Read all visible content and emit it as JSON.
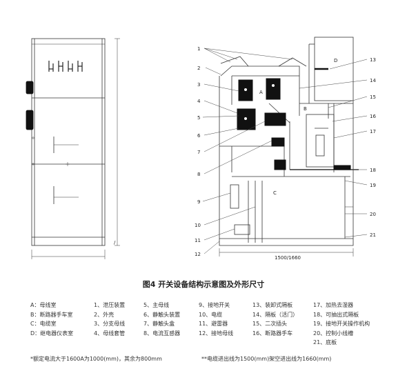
{
  "caption": "图4 开关设备结构示意图及外形尺寸",
  "callouts": [
    "1",
    "2",
    "3",
    "4",
    "5",
    "6",
    "7",
    "8",
    "9",
    "10",
    "11",
    "12",
    "13",
    "14",
    "15",
    "16",
    "17",
    "18",
    "19",
    "20",
    "21"
  ],
  "region_labels": {
    "A": "A",
    "B": "B",
    "C": "C",
    "D": "D"
  },
  "dimensions": {
    "width": "1500/1660",
    "front_height_marker": "/"
  },
  "legend": {
    "col1": [
      "A：母线室",
      "B：断路器手车室",
      "C：电缆室",
      "D：继电器仪表室"
    ],
    "col2": [
      "1、泄压装置",
      "2、外壳",
      "3、分支母线",
      "4、母线套管"
    ],
    "col3": [
      "5、主母线",
      "6、静触头装置",
      "7、静触头盒",
      "8、电流互感器"
    ],
    "col4": [
      "9、接地开关",
      "10、电缆",
      "11、避雷器",
      "12、接地母线"
    ],
    "col5": [
      "13、装卸式隔板",
      "14、隔板（活门）",
      "15、二次插头",
      "16、断路器手车"
    ],
    "col6": [
      "17、加热去湿器",
      "18、可抽出式隔板",
      "19、接地开关操作机构",
      "20、控制小线槽",
      "21、底板"
    ]
  },
  "notes": {
    "left": "*额定电流大于1600A为1000(mm)，其余为800mm",
    "right": "**电缆进出线为1500(mm)架空进出线为1660(mm)"
  }
}
